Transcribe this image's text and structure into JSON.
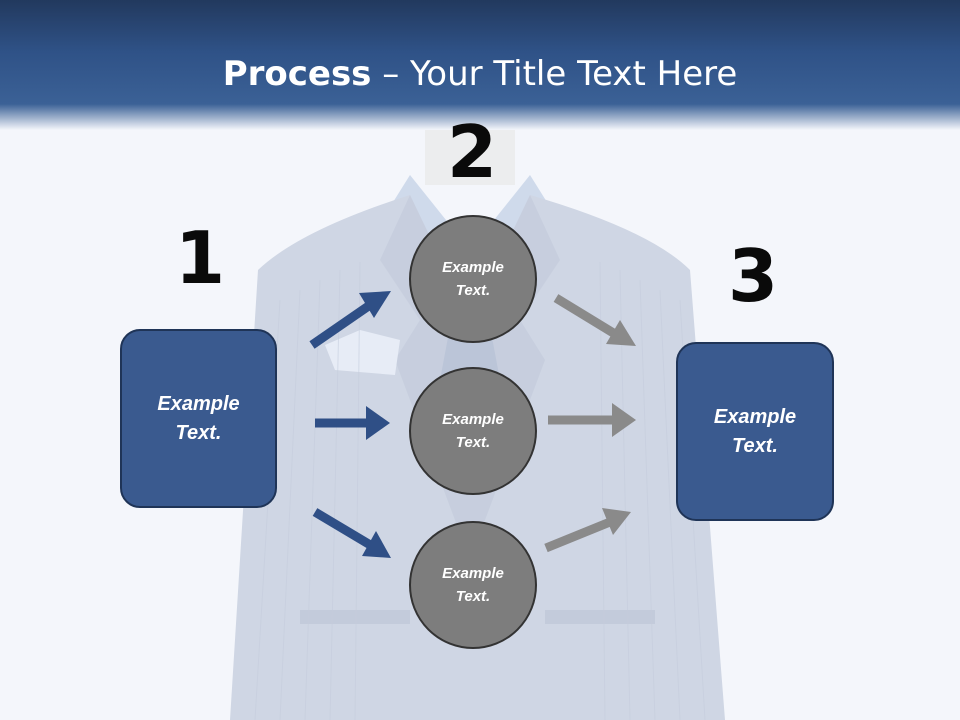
{
  "title": {
    "bold": "Process",
    "rest": " – Your Title Text Here"
  },
  "steps": {
    "one": "1",
    "two": "2",
    "three": "3"
  },
  "left_box": {
    "line1": "Example",
    "line2": "Text."
  },
  "right_box": {
    "line1": "Example",
    "line2": "Text."
  },
  "circles": [
    {
      "line1": "Example",
      "line2": "Text."
    },
    {
      "line1": "Example",
      "line2": "Text."
    },
    {
      "line1": "Example",
      "line2": "Text."
    }
  ],
  "colors": {
    "title_bar": "#2f5287",
    "box_fill": "#3a5a8f",
    "circle_fill": "#7d7d7d",
    "blue_arrow": "#2f4f86",
    "gray_arrow": "#8a8a8a"
  }
}
